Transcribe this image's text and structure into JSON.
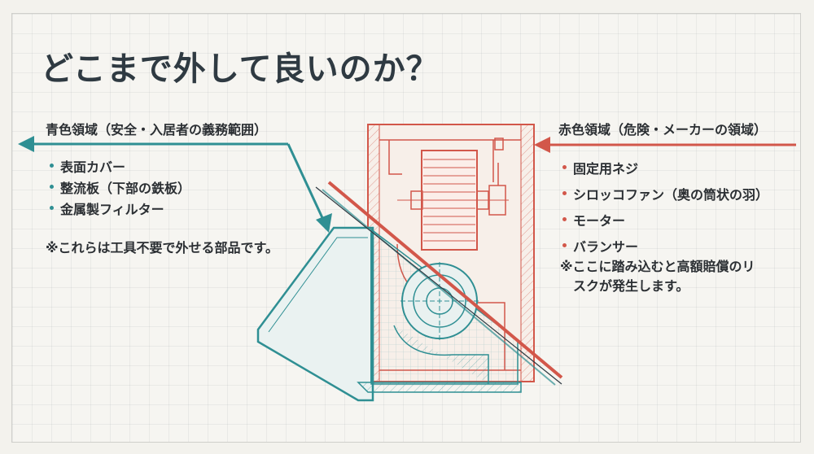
{
  "title": "どこまで外して良いのか？",
  "left": {
    "heading": "青色領域（安全・入居者の義務範囲）",
    "items": [
      "表面カバー",
      "整流板（下部の鉄板）",
      "金属製フィルター"
    ],
    "note": "※これらは工具不要で外せる部品です。"
  },
  "right": {
    "heading": "赤色領域（危険・メーカーの領域）",
    "items": [
      "固定用ネジ",
      "シロッコファン（奥の筒状の羽）",
      "モーター",
      "バランサー"
    ],
    "note_line1": "※ここに踏み込むと高額賠償のリ",
    "note_line2": "スクが発生します。"
  },
  "colors": {
    "safe": "#2f8f93",
    "danger": "#d2574a",
    "title": "#2f3a42"
  }
}
